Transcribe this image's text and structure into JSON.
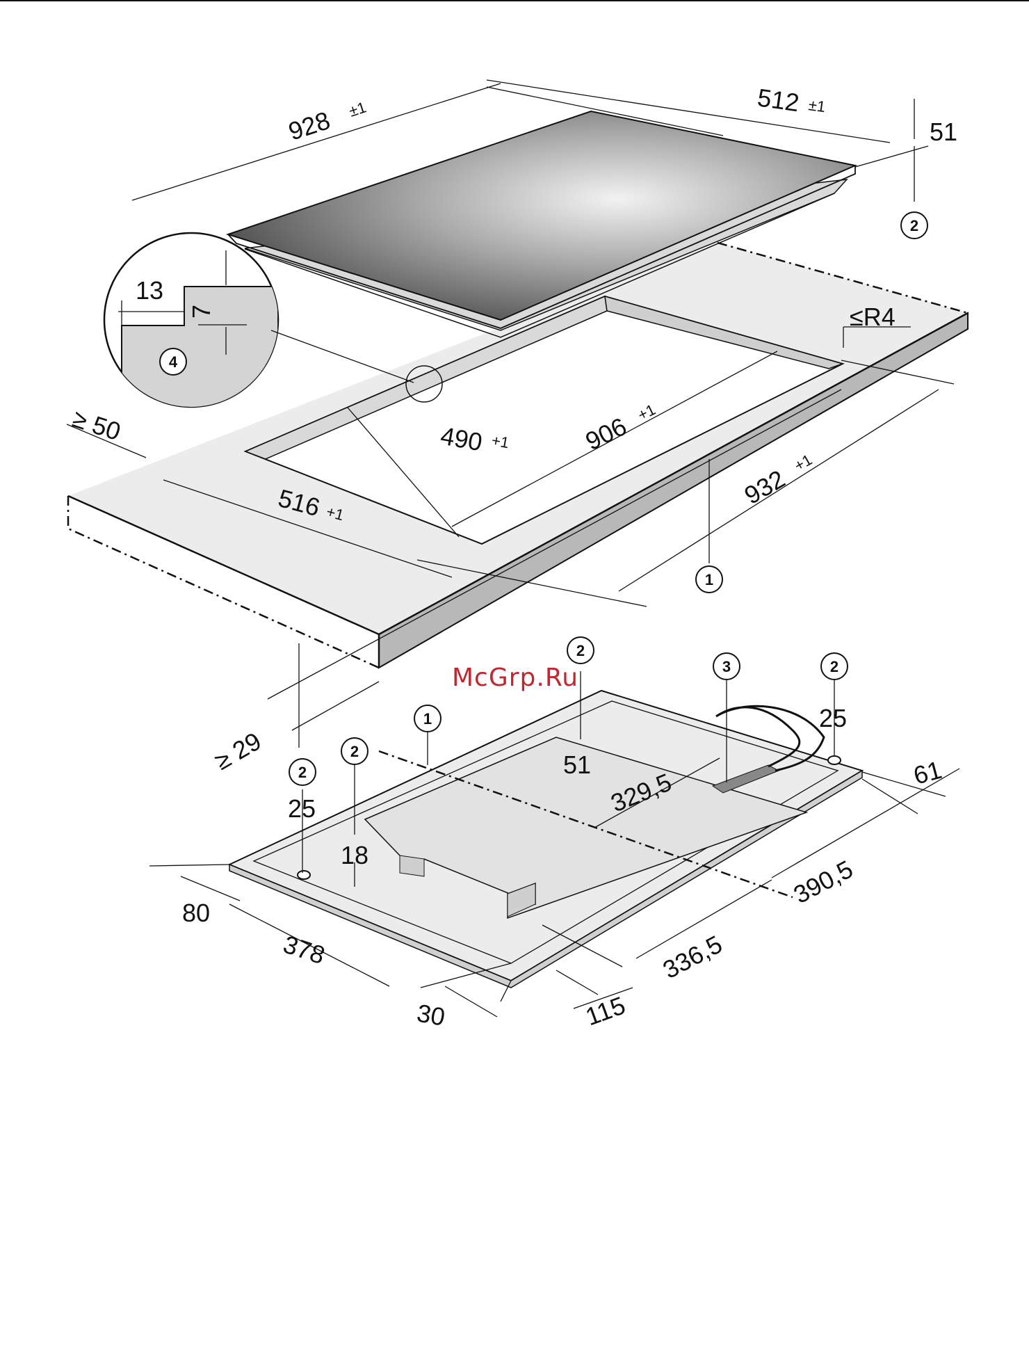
{
  "watermark": "McGrp.Ru",
  "hob": {
    "length": "928",
    "length_tol": "±1",
    "depth": "512",
    "depth_tol": "±1",
    "height": "51"
  },
  "cutout": {
    "edge_radius": "≤R4",
    "front_min": "≥ 50",
    "depth_inner": "490",
    "depth_inner_tol": "+1",
    "length_inner": "906",
    "length_inner_tol": "+1",
    "depth_outer": "516",
    "depth_outer_tol": "+1",
    "length_outer": "932",
    "length_outer_tol": "+1",
    "worktop_min": "≥ 29"
  },
  "detail": {
    "step_width": "13",
    "step_height": "7"
  },
  "underside": {
    "foot_height_right": "25",
    "depth_center": "51",
    "wide_offset": "329,5",
    "offset_right": "61",
    "offset_right_length": "390,5",
    "foot_height_left": "25",
    "center_height": "18",
    "offset_front": "80",
    "front_length": "378",
    "mid_length": "336,5",
    "front_step": "30",
    "rear_step": "115"
  },
  "callouts": [
    "1",
    "2",
    "3",
    "4"
  ]
}
